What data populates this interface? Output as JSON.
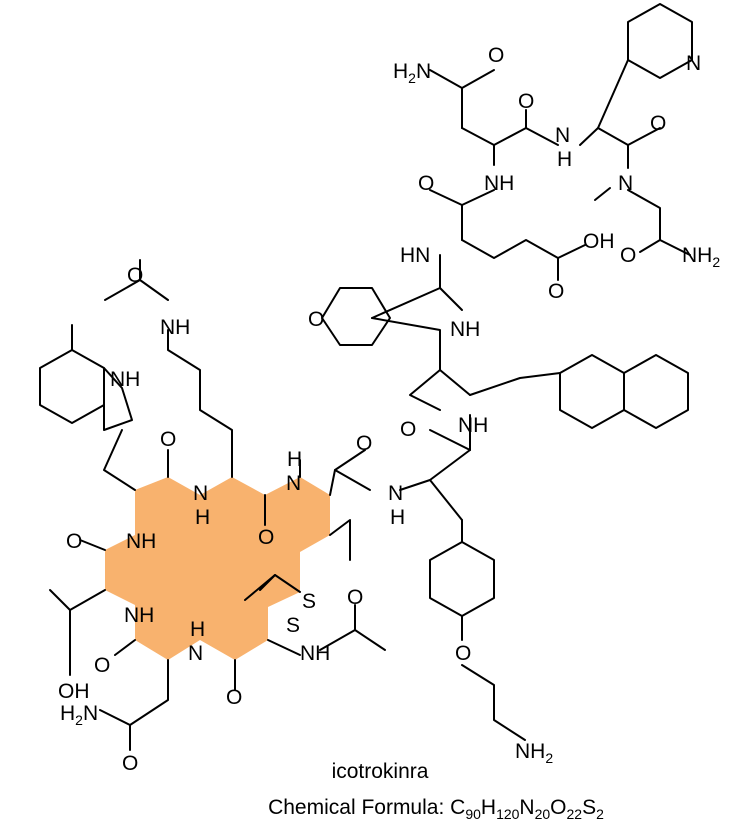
{
  "molecule": {
    "name": "icotrokinra",
    "formula_prefix": "Chemical Formula: ",
    "formula_parts": [
      {
        "el": "C",
        "n": "90"
      },
      {
        "el": "H",
        "n": "120"
      },
      {
        "el": "N",
        "n": "20"
      },
      {
        "el": "O",
        "n": "22"
      },
      {
        "el": "S",
        "n": "2"
      }
    ]
  },
  "atoms": {
    "O": "O",
    "N": "N",
    "H": "H",
    "NH": "NH",
    "HN": "HN",
    "OH": "OH",
    "S": "S",
    "H2N_H": "H",
    "H2N_N": "N",
    "NH2_N": "NH",
    "two": "2"
  },
  "colors": {
    "pyridine": "#99ee00",
    "oxane": "#00eeee",
    "naphthalene": "#f8c0c8",
    "indole": "#00a3a8",
    "benzene": "#ffff00",
    "macrocycle": "#f8b26e"
  }
}
